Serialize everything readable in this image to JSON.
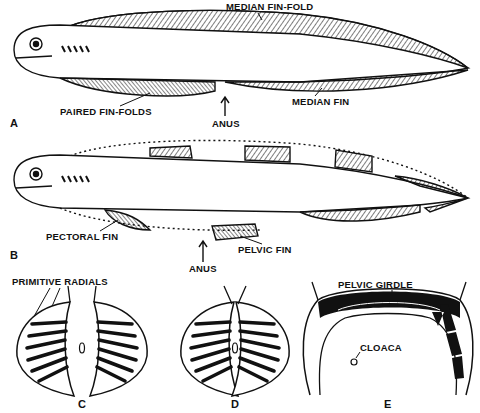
{
  "diagram": {
    "labels": [
      "MEDIAN FIN-FOLD",
      "PAIRED FIN-FOLDS",
      "ANUS",
      "MEDIAN FIN",
      "A",
      "PECTORAL FIN",
      "ANUS",
      "PELVIC FIN",
      "B",
      "PRIMITIVE RADIALS",
      "PELVIC GIRDLE",
      "CLOACA",
      "C",
      "D",
      "E"
    ]
  }
}
